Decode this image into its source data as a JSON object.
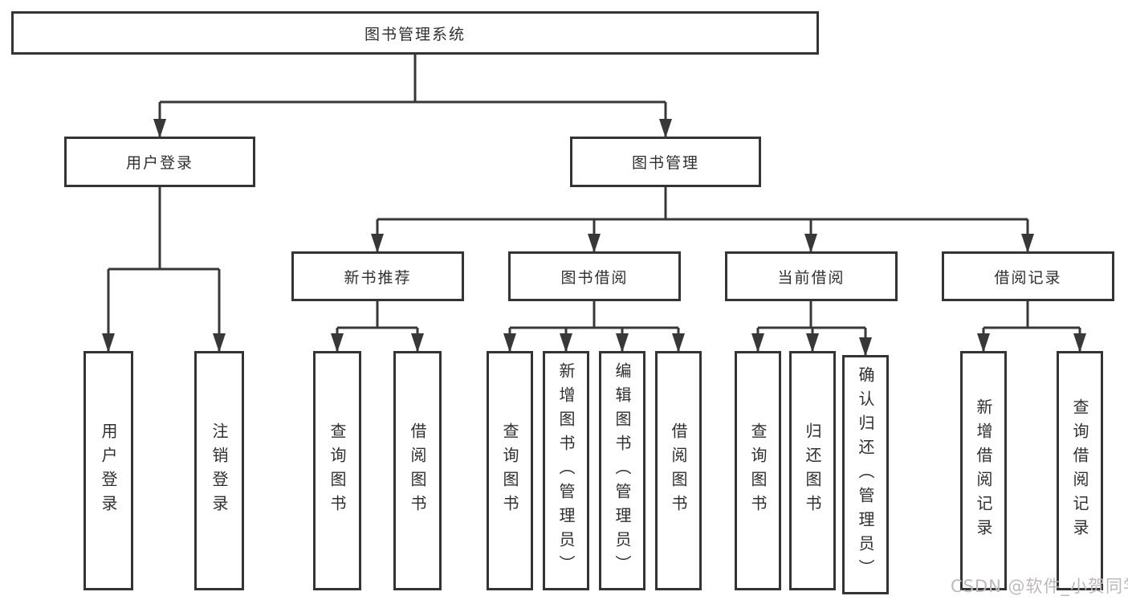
{
  "diagram": {
    "watermark": "CSDN @软件_小贺同学",
    "colors": {
      "line": "#383838",
      "border": "#343434",
      "text": "#2f2f2f",
      "box_fill": "#ffffff",
      "watermark": "#bcb9b9"
    },
    "tree": {
      "root": "图书管理系统",
      "branches": [
        {
          "label": "用户登录",
          "children": [
            "用户登录",
            "注销登录"
          ]
        },
        {
          "label": "图书管理",
          "groups": [
            {
              "label": "新书推荐",
              "children": [
                "查询图书",
                "借阅图书"
              ]
            },
            {
              "label": "图书借阅",
              "children": [
                "查询图书",
                "新增图书（管理员）",
                "编辑图书（管理员）",
                "借阅图书"
              ]
            },
            {
              "label": "当前借阅",
              "children": [
                "查询图书",
                "归还图书",
                "确认归还（管理员）"
              ]
            },
            {
              "label": "借阅记录",
              "children": [
                "新增借阅记录",
                "查询借阅记录"
              ]
            }
          ]
        }
      ]
    }
  }
}
